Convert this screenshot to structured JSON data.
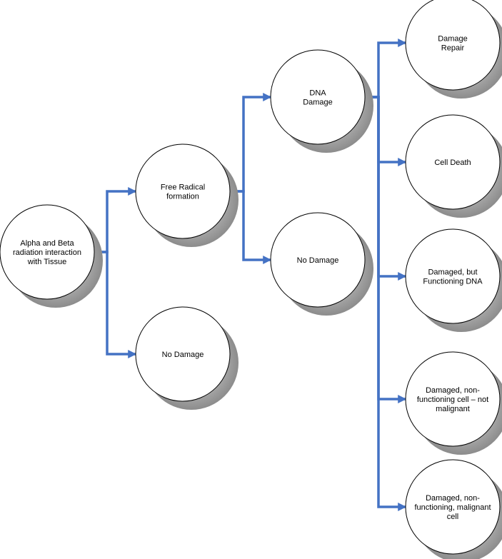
{
  "nodes": [
    {
      "id": "root",
      "lines": [
        "Alpha and Beta",
        "radiation interaction",
        "with Tissue"
      ]
    },
    {
      "id": "free-radical",
      "lines": [
        "Free Radical",
        "formation"
      ]
    },
    {
      "id": "no-damage-1",
      "lines": [
        "No Damage"
      ]
    },
    {
      "id": "dna-damage",
      "lines": [
        "DNA",
        "Damage"
      ]
    },
    {
      "id": "no-damage-2",
      "lines": [
        "No Damage"
      ]
    },
    {
      "id": "damage-repair",
      "lines": [
        "Damage",
        "Repair"
      ]
    },
    {
      "id": "cell-death",
      "lines": [
        "Cell Death"
      ]
    },
    {
      "id": "damaged-functioning",
      "lines": [
        "Damaged, but",
        "Functioning DNA"
      ]
    },
    {
      "id": "damaged-nonfunctioning-not-malignant",
      "lines": [
        "Damaged, non-",
        "functioning cell – not",
        "malignant"
      ]
    },
    {
      "id": "damaged-nonfunctioning-malignant",
      "lines": [
        "Damaged, non-",
        "functioning, malignant",
        "cell"
      ]
    }
  ],
  "edges": [
    {
      "from": "root",
      "to": "free-radical"
    },
    {
      "from": "root",
      "to": "no-damage-1"
    },
    {
      "from": "free-radical",
      "to": "dna-damage"
    },
    {
      "from": "free-radical",
      "to": "no-damage-2"
    },
    {
      "from": "dna-damage",
      "to": "damage-repair"
    },
    {
      "from": "dna-damage",
      "to": "cell-death"
    },
    {
      "from": "dna-damage",
      "to": "damaged-functioning"
    },
    {
      "from": "dna-damage",
      "to": "damaged-nonfunctioning-not-malignant"
    },
    {
      "from": "dna-damage",
      "to": "damaged-nonfunctioning-malignant"
    }
  ],
  "colors": {
    "connector": "#4472c4",
    "shadow": "#8c8c8c",
    "node_fill": "#ffffff",
    "node_stroke": "#000000"
  }
}
